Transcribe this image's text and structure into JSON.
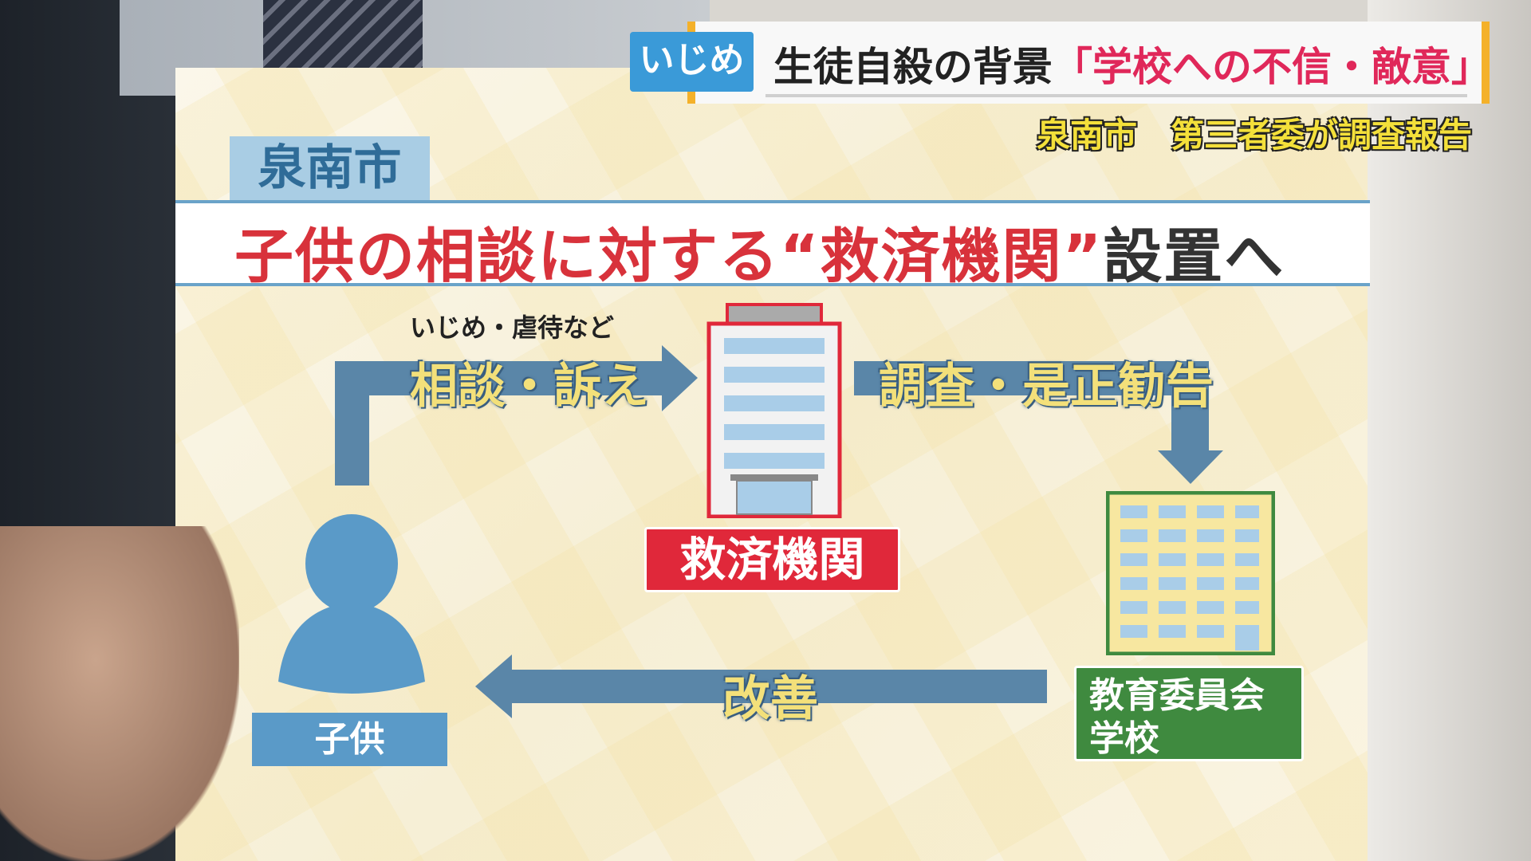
{
  "banner": {
    "badge": "いじめ",
    "headline_black": "生徒自殺の背景",
    "headline_red": "「学校への不信・敵意」",
    "subtitle": "泉南市　第三者委が調査報告"
  },
  "board": {
    "city": "泉南市",
    "title_red": "子供の相談に対する“救済機関”",
    "title_dark": "設置へ",
    "note": "いじめ・虐待など",
    "arrow_consult": "相談・訴え",
    "arrow_investigate": "調査・是正勧告",
    "arrow_improve": "改善",
    "relief_agency": "救済機関",
    "board_of_education": [
      "教育委員会",
      "学校"
    ],
    "child": "子供"
  },
  "colors": {
    "arrow": "#5a86a8",
    "red": "#d8323b",
    "green": "#3f8a3f",
    "badge": "#3a9ad8"
  }
}
